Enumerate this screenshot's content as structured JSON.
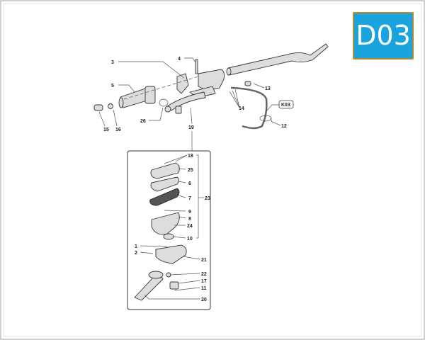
{
  "badge": {
    "code": "D03",
    "color": "#1aa3dd",
    "border_color": "#b58a2a"
  },
  "diagram": {
    "reference_box": "K03",
    "callouts": [
      "1",
      "2",
      "3",
      "4",
      "5",
      "6",
      "7",
      "8",
      "9",
      "10",
      "11",
      "12",
      "13",
      "14",
      "15",
      "16",
      "17",
      "18",
      "19",
      "20",
      "21",
      "22",
      "23",
      "24",
      "25",
      "26"
    ]
  }
}
